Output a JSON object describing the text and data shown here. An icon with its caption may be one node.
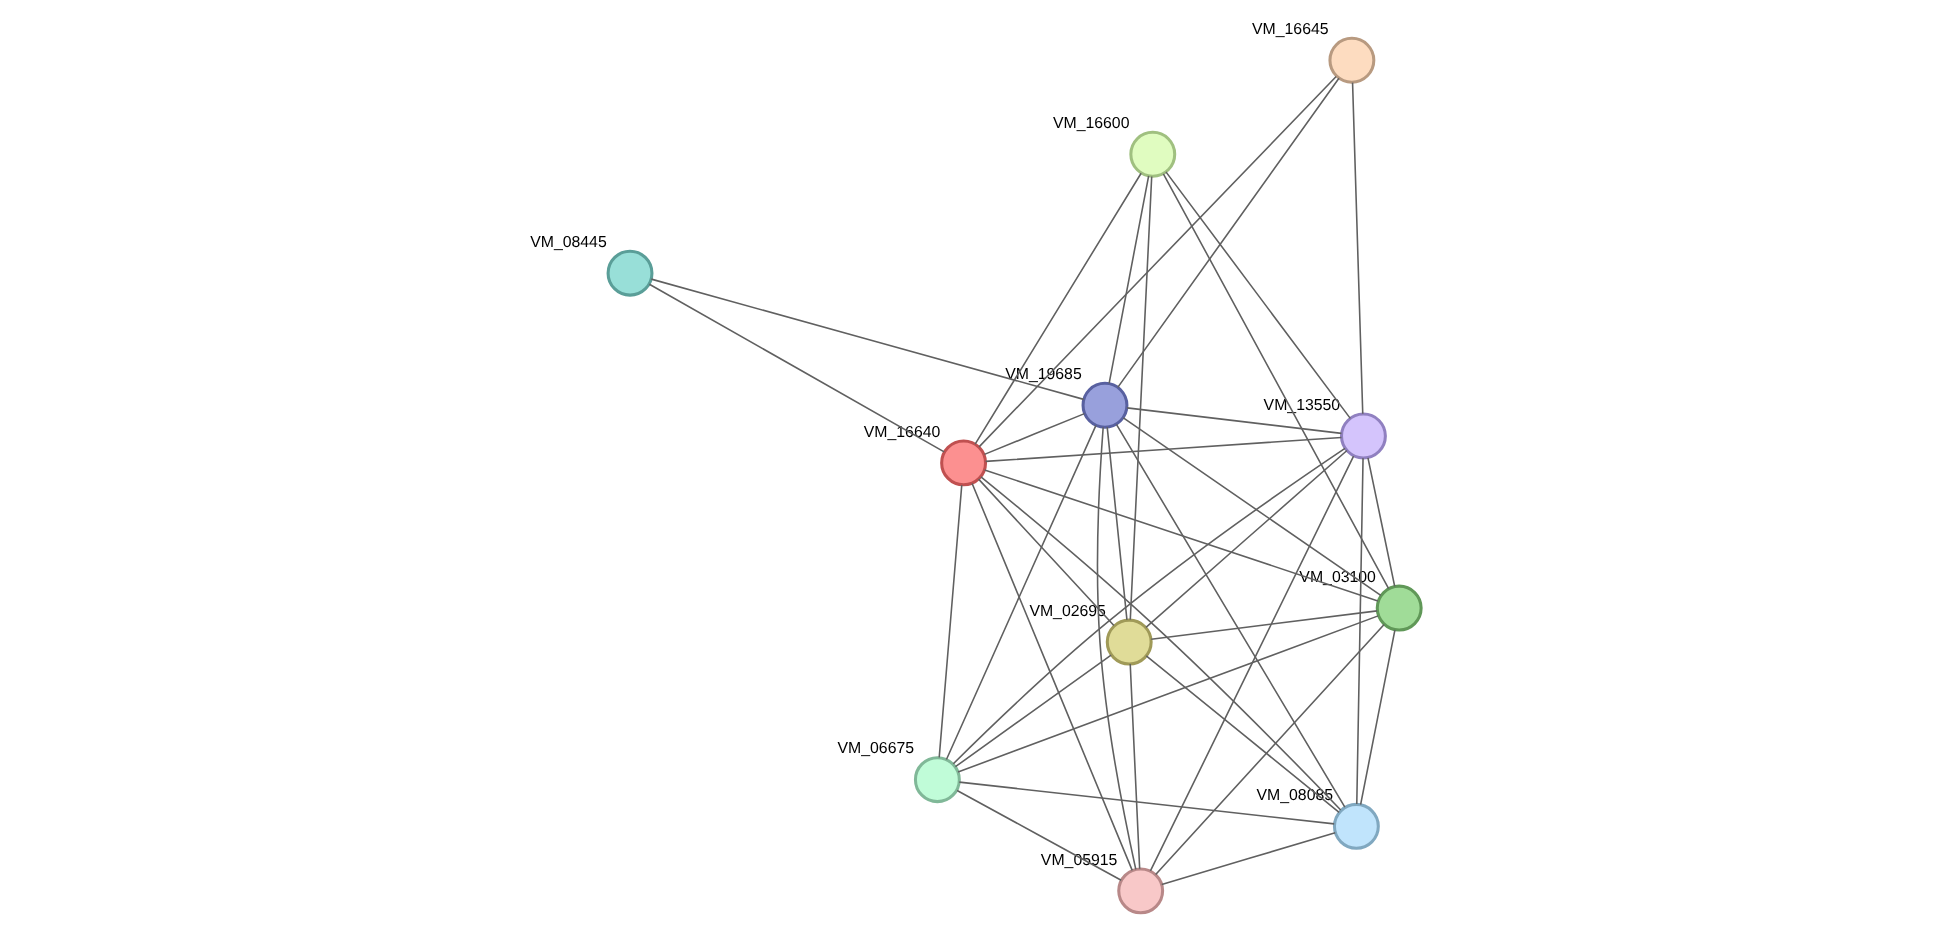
{
  "diagram": {
    "nodes": [
      {
        "text": [],
        "shape": "circle",
        "beside": [
          "VM_08445"
        ]
      },
      {
        "text": [],
        "shape": "circle",
        "beside": [
          "VM_16645"
        ]
      },
      {
        "text": [],
        "shape": "circle",
        "beside": [
          "VM_16640"
        ]
      },
      {
        "text": [],
        "shape": "circle",
        "beside": [
          "VM_19685"
        ]
      },
      {
        "text": [],
        "shape": "circle",
        "beside": [
          "VM_13550"
        ]
      },
      {
        "text": [],
        "shape": "circle",
        "beside": [
          "VM_16600"
        ]
      },
      {
        "text": [],
        "shape": "circle",
        "beside": [
          "VM_05915"
        ]
      },
      {
        "text": [],
        "shape": "circle",
        "beside": [
          "VM_03100"
        ]
      },
      {
        "text": [],
        "shape": "circle",
        "beside": [
          "VM_06675"
        ]
      },
      {
        "text": [],
        "shape": "circle",
        "beside": [
          "VM_02695"
        ]
      },
      {
        "text": [],
        "shape": "circle",
        "beside": [
          "VM_08085"
        ]
      }
    ],
    "edges": [
      {
        "from": 0,
        "to": 2,
        "arrow": "none"
      },
      {
        "from": 0,
        "to": 3,
        "arrow": "none"
      },
      {
        "from": 1,
        "to": 2,
        "arrow": "none"
      },
      {
        "from": 1,
        "to": 3,
        "arrow": "none"
      },
      {
        "from": 1,
        "to": 4,
        "arrow": "none"
      },
      {
        "from": 2,
        "to": 3,
        "arrow": "none"
      },
      {
        "from": 2,
        "to": 4,
        "arrow": "none"
      },
      {
        "from": 2,
        "to": 5,
        "arrow": "none"
      },
      {
        "from": 2,
        "to": 6,
        "arrow": "none"
      },
      {
        "from": 2,
        "to": 7,
        "arrow": "none"
      },
      {
        "from": 2,
        "to": 8,
        "arrow": "none"
      },
      {
        "from": 2,
        "to": 9,
        "arrow": "none"
      },
      {
        "from": 2,
        "to": 10,
        "arrow": "none"
      },
      {
        "from": 3,
        "to": 4,
        "arrow": "none"
      },
      {
        "from": 3,
        "to": 5,
        "arrow": "none"
      },
      {
        "from": 3,
        "to": 6,
        "arrow": "none"
      },
      {
        "from": 3,
        "to": 7,
        "arrow": "none"
      },
      {
        "from": 3,
        "to": 8,
        "arrow": "none"
      },
      {
        "from": 3,
        "to": 9,
        "arrow": "none"
      },
      {
        "from": 3,
        "to": 10,
        "arrow": "none"
      },
      {
        "from": 4,
        "to": 5,
        "arrow": "none"
      },
      {
        "from": 4,
        "to": 6,
        "arrow": "none"
      },
      {
        "from": 4,
        "to": 7,
        "arrow": "none"
      },
      {
        "from": 4,
        "to": 8,
        "arrow": "none"
      },
      {
        "from": 4,
        "to": 9,
        "arrow": "none"
      },
      {
        "from": 4,
        "to": 10,
        "arrow": "none"
      },
      {
        "from": 5,
        "to": 7,
        "arrow": "none"
      },
      {
        "from": 5,
        "to": 9,
        "arrow": "none"
      },
      {
        "from": 6,
        "to": 7,
        "arrow": "none"
      },
      {
        "from": 6,
        "to": 8,
        "arrow": "none"
      },
      {
        "from": 6,
        "to": 9,
        "arrow": "none"
      },
      {
        "from": 6,
        "to": 10,
        "arrow": "none"
      },
      {
        "from": 7,
        "to": 8,
        "arrow": "none"
      },
      {
        "from": 7,
        "to": 9,
        "arrow": "none"
      },
      {
        "from": 7,
        "to": 10,
        "arrow": "none"
      },
      {
        "from": 8,
        "to": 9,
        "arrow": "none"
      },
      {
        "from": 8,
        "to": 10,
        "arrow": "none"
      },
      {
        "from": 9,
        "to": 10,
        "arrow": "none"
      }
    ]
  }
}
